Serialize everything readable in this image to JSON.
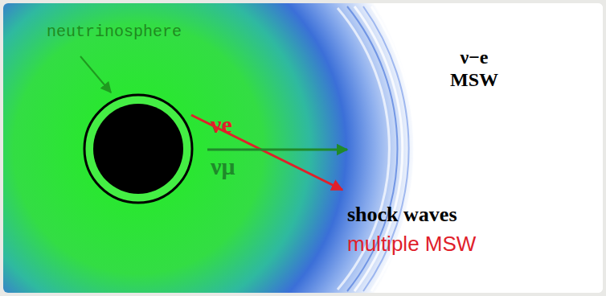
{
  "diagram": {
    "labels": [
      "neutrinosphere",
      "ν−e MSW",
      "νe",
      "νμ",
      "shock waves",
      "multiple MSW"
    ]
  }
}
